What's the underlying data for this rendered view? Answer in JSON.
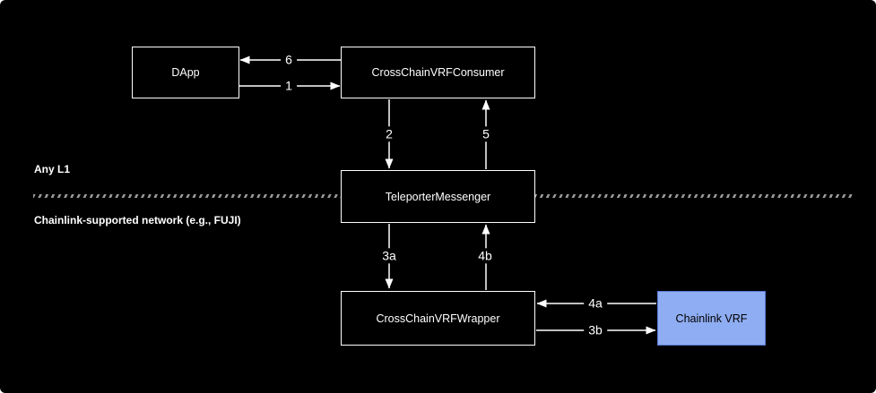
{
  "diagram": {
    "regions": {
      "top_label": "Any L1",
      "bottom_label": "Chainlink-supported network (e.g., FUJI)"
    },
    "nodes": {
      "dapp": {
        "label": "DApp"
      },
      "consumer": {
        "label": "CrossChainVRFConsumer"
      },
      "teleporter": {
        "label": "TeleporterMessenger"
      },
      "wrapper": {
        "label": "CrossChainVRFWrapper"
      },
      "chainlink_vrf": {
        "label": "Chainlink VRF"
      }
    },
    "edges": {
      "e6": {
        "label": "6",
        "from": "CrossChainVRFConsumer",
        "to": "DApp"
      },
      "e1": {
        "label": "1",
        "from": "DApp",
        "to": "CrossChainVRFConsumer"
      },
      "e2": {
        "label": "2",
        "from": "CrossChainVRFConsumer",
        "to": "TeleporterMessenger"
      },
      "e5": {
        "label": "5",
        "from": "TeleporterMessenger",
        "to": "CrossChainVRFConsumer"
      },
      "e3a": {
        "label": "3a",
        "from": "TeleporterMessenger",
        "to": "CrossChainVRFWrapper"
      },
      "e4b": {
        "label": "4b",
        "from": "CrossChainVRFWrapper",
        "to": "TeleporterMessenger"
      },
      "e4a": {
        "label": "4a",
        "from": "Chainlink VRF",
        "to": "CrossChainVRFWrapper"
      },
      "e3b": {
        "label": "3b",
        "from": "CrossChainVRFWrapper",
        "to": "Chainlink VRF"
      }
    },
    "colors": {
      "background": "#000000",
      "line": "#ffffff",
      "divider": "#999999",
      "chainlink_fill": "#8FADF2",
      "chainlink_border": "#5A79D6"
    }
  }
}
